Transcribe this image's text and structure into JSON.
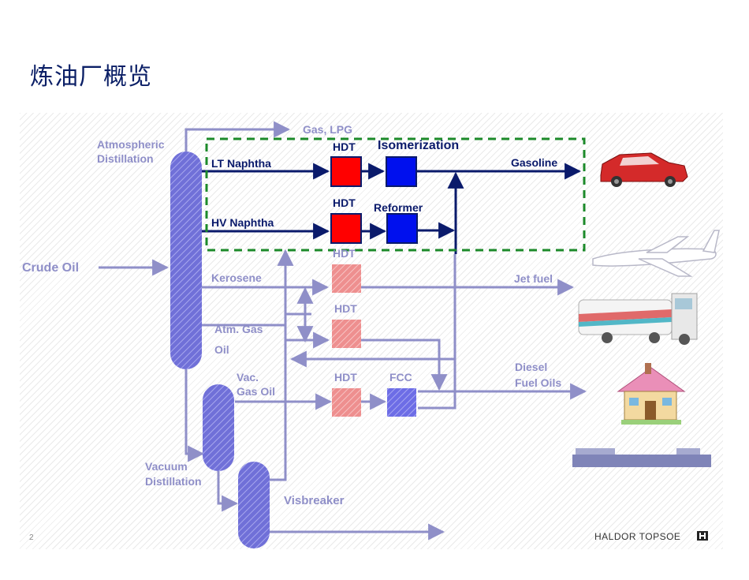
{
  "title": "炼油厂概览",
  "page_number": "2",
  "logo_text": "HALDOR TOPSOE",
  "labels": {
    "atmospheric_distillation": [
      "Atmospheric",
      "Distillation"
    ],
    "gas_lpg": "Gas, LPG",
    "hdt": "HDT",
    "isomerization": "Isomerization",
    "gasoline": "Gasoline",
    "lt_naphtha": "LT Naphtha",
    "hv_naphtha": "HV Naphtha",
    "reformer": "Reformer",
    "crude_oil": "Crude Oil",
    "kerosene": "Kerosene",
    "jet_fuel": "Jet fuel",
    "atm_gas_oil": [
      "Atm. Gas",
      "Oil"
    ],
    "vac_gas_oil": [
      "Vac.",
      "Gas Oil"
    ],
    "fcc": "FCC",
    "diesel_fuel_oils": [
      "Diesel",
      "Fuel Oils"
    ],
    "vacuum_distillation": [
      "Vacuum",
      "Distillation"
    ],
    "visbreaker": "Visbreaker"
  },
  "colors": {
    "navy": "#0a1a6b",
    "faded": "#8f8fc8",
    "red": "#ff0000",
    "blue": "#0010ee",
    "pink": "#f29f9f",
    "lightblue": "#7b7be8",
    "green_dash": "#1c8a2a"
  }
}
